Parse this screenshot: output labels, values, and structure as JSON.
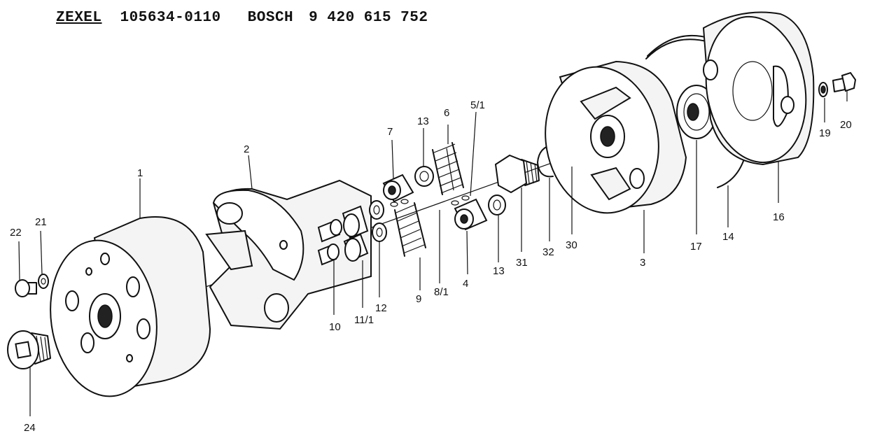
{
  "header": {
    "maker1": "ZEXEL",
    "part1": "105634-0110",
    "maker2": "BOSCH",
    "part2": "9 420 615 752"
  },
  "callouts": {
    "c1": "1",
    "c2": "2",
    "c3": "3",
    "c4": "4",
    "c5_1": "5/1",
    "c6": "6",
    "c7": "7",
    "c8_1": "8/1",
    "c9": "9",
    "c10": "10",
    "c11_1": "11/1",
    "c12": "12",
    "c13a": "13",
    "c13b": "13",
    "c14": "14",
    "c16": "16",
    "c17": "17",
    "c19": "19",
    "c20": "20",
    "c21": "21",
    "c22": "22",
    "c24": "24",
    "c30": "30",
    "c31": "31",
    "c32": "32"
  }
}
